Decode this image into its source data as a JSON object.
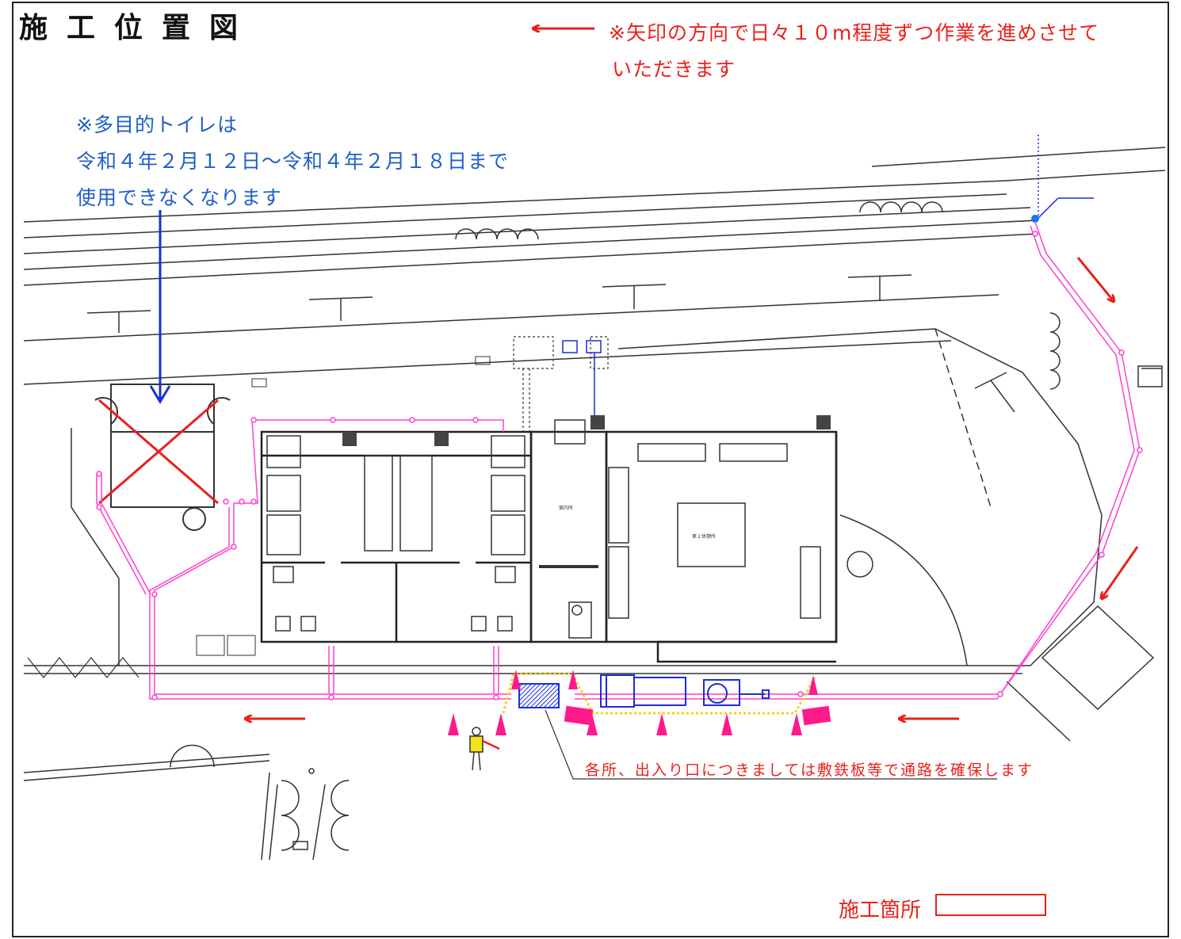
{
  "title": "施工位置図",
  "direction_note": {
    "line1": "※矢印の方向で日々１０m程度ずつ作業を進めさせて",
    "line2": "いただきます"
  },
  "toilet_note": {
    "line1": "※多目的トイレは",
    "line2": "令和４年２月１２日～令和４年２月１８日まで",
    "line3": "使用できなくなります"
  },
  "entrance_note": "各所、出入り口につきましては敷鉄板等で通路を確保します",
  "legend": {
    "construction_site_label": "施工箇所",
    "site_box_color": "#e8211d"
  },
  "colors": {
    "red": "#e8211d",
    "blue_note": "#1f5fc9",
    "blue_arrow": "#1a2ed8",
    "pipe_route": "#ff3fd0",
    "cone": "#ff1a8c"
  },
  "plan_labels": {
    "rest_room_1": "第２休憩所",
    "guide_room": "案内所"
  }
}
